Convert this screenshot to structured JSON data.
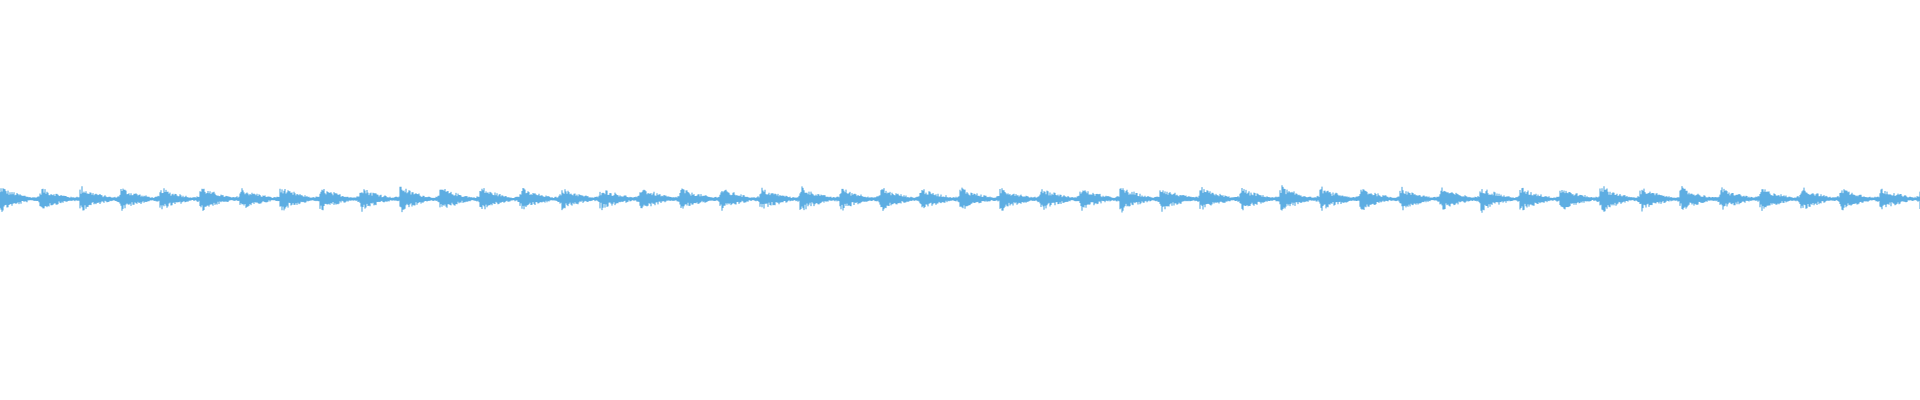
{
  "waveform": {
    "color": "#5DADE2",
    "background": "#FFFFFF",
    "beat_count": 49,
    "beat_strength": [
      1.0,
      0.85,
      0.95,
      0.9,
      0.88,
      1.0,
      0.8,
      0.95,
      0.85,
      1.0,
      1.15,
      0.9,
      0.95,
      0.85,
      0.9,
      0.88,
      0.95,
      0.82,
      0.85,
      0.8,
      1.05,
      0.9,
      0.95,
      0.85,
      0.92,
      0.88,
      0.9,
      0.85,
      1.0,
      0.9,
      0.95,
      0.85,
      1.05,
      0.9,
      0.95,
      0.85,
      0.9,
      1.05,
      0.92,
      0.95,
      1.2,
      0.9,
      0.92,
      0.85,
      0.9,
      1.0,
      0.95,
      0.9,
      1.0
    ]
  }
}
